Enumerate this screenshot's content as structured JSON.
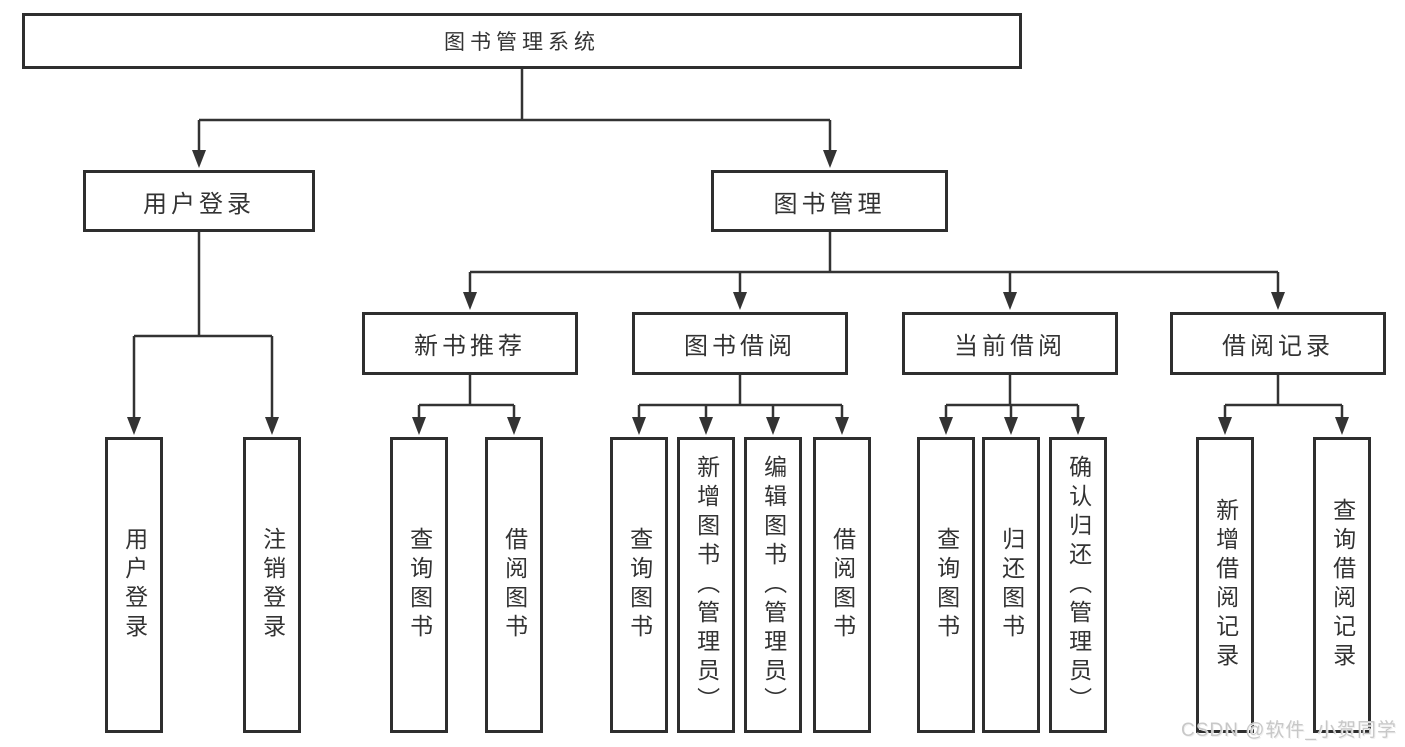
{
  "tree": {
    "root": "图书管理系统",
    "user_login": {
      "label": "用户登录",
      "children": [
        "用户登录",
        "注销登录"
      ]
    },
    "book_mgmt": {
      "label": "图书管理",
      "sections": [
        {
          "label": "新书推荐",
          "children": [
            "查询图书",
            "借阅图书"
          ]
        },
        {
          "label": "图书借阅",
          "children": [
            "查询图书",
            "新增图书（管理员）",
            "编辑图书（管理员）",
            "借阅图书"
          ]
        },
        {
          "label": "当前借阅",
          "children": [
            "查询图书",
            "归还图书",
            "确认归还（管理员）"
          ]
        },
        {
          "label": "借阅记录",
          "children": [
            "新增借阅记录",
            "查询借阅记录"
          ]
        }
      ]
    }
  },
  "watermark": "CSDN @软件_小贺同学",
  "colors": {
    "line": "#333333",
    "box_border": "#2e2e2e",
    "text": "#333333",
    "watermark": "#c8c8c8",
    "background": "#ffffff"
  }
}
